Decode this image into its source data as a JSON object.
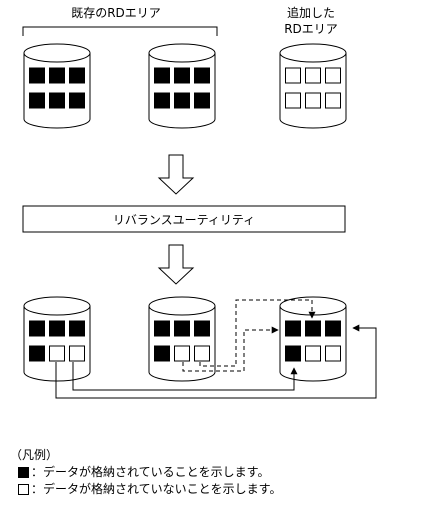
{
  "labels": {
    "existing_areas": "既存のRDエリア",
    "added_area_line1": "追加した",
    "added_area_line2": "RDエリア",
    "utility": "リバランスユーティリティ"
  },
  "legend": {
    "heading": "（凡例）",
    "filled_text": "：データが格納されていることを示します。",
    "empty_text": "：データが格納されていないことを示します。"
  },
  "before": [
    {
      "name": "existing-rd-area-1",
      "cells": [
        1,
        1,
        1,
        1,
        1,
        1
      ]
    },
    {
      "name": "existing-rd-area-2",
      "cells": [
        1,
        1,
        1,
        1,
        1,
        1
      ]
    },
    {
      "name": "added-rd-area",
      "cells": [
        0,
        0,
        0,
        0,
        0,
        0
      ]
    }
  ],
  "after": [
    {
      "name": "existing-rd-area-1-after",
      "cells": [
        1,
        1,
        1,
        1,
        0,
        0
      ]
    },
    {
      "name": "existing-rd-area-2-after",
      "cells": [
        1,
        1,
        1,
        1,
        0,
        0
      ]
    },
    {
      "name": "added-rd-area-after",
      "cells": [
        1,
        1,
        1,
        1,
        0,
        0
      ]
    }
  ]
}
